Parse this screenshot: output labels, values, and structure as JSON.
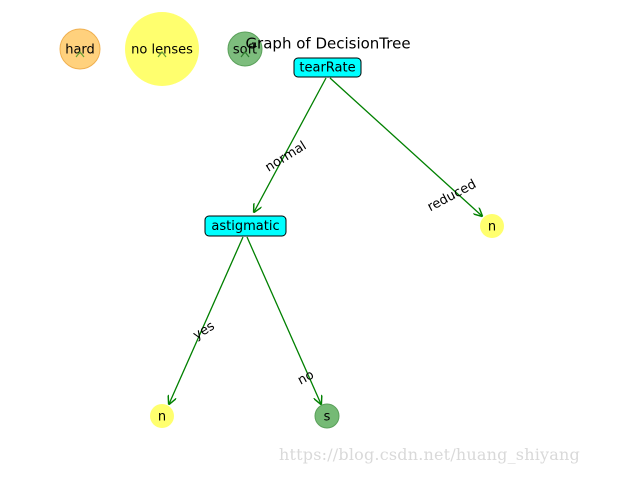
{
  "title": "Graph of DecisionTree",
  "legend": [
    {
      "label": "hard",
      "color": "#ffc966",
      "kind": "leaf-hard"
    },
    {
      "label": "no lenses",
      "color": "#ffff66",
      "kind": "leaf-no-lenses"
    },
    {
      "label": "soft",
      "color": "#66b266",
      "kind": "leaf-soft"
    }
  ],
  "nodes": {
    "root": {
      "label": "tearRate",
      "color": "#00ffff"
    },
    "astig": {
      "label": "astigmatic",
      "color": "#00ffff"
    },
    "leaf_reduced": {
      "label": "n",
      "color": "#ffff66"
    },
    "leaf_yes": {
      "label": "n",
      "color": "#ffff66"
    },
    "leaf_no": {
      "label": "s",
      "color": "#66b266"
    }
  },
  "edges": {
    "normal": "normal",
    "reduced": "reduced",
    "yes": "yes",
    "no": "no"
  },
  "edge_color": "#008000",
  "watermark": "https://blog.csdn.net/huang_shiyang"
}
